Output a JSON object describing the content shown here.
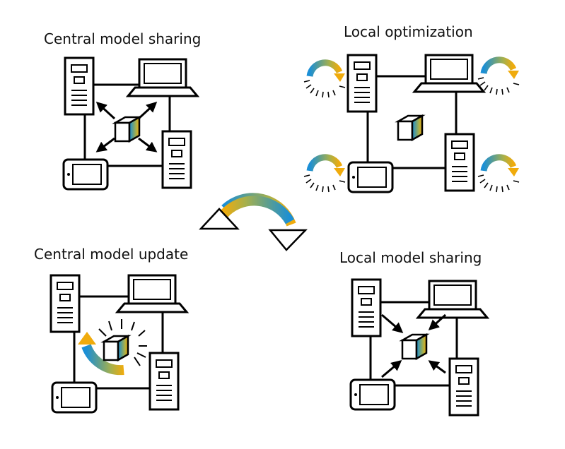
{
  "panels": {
    "central_sharing": {
      "title": "Central model sharing"
    },
    "local_optimization": {
      "title": "Local optimization"
    },
    "central_update": {
      "title": "Central model update"
    },
    "local_sharing": {
      "title": "Local model sharing"
    }
  },
  "colors": {
    "blue": "#1b8fd6",
    "teal": "#5d9e8f",
    "olive": "#a5b04d",
    "yellow": "#f0ab0c",
    "ink": "#000000",
    "cube_gradient": [
      "#1b8fd6",
      "#5d9e8f",
      "#a5b04d",
      "#f0ab0c"
    ]
  },
  "icons": {
    "server": "server-tower-icon",
    "laptop": "laptop-icon",
    "tablet": "tablet-icon",
    "model": "model-cube-icon",
    "cycle": "cycle-arrows-icon",
    "optimize": "optimization-arc-icon"
  }
}
